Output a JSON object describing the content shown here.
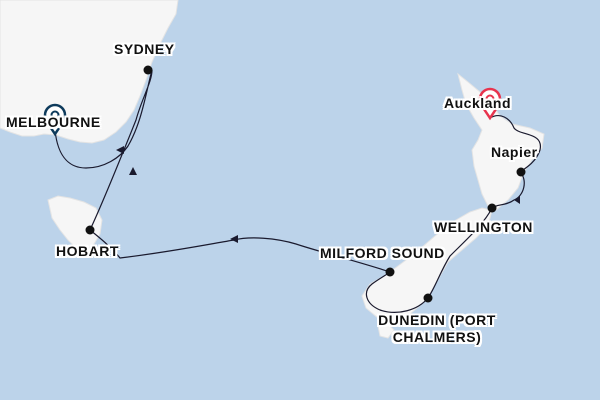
{
  "map": {
    "colors": {
      "water": "#bcd3ea",
      "land": "#f5f5f5",
      "route": "#1a1a2e",
      "start_pin": "#e8344e",
      "end_pin": "#0e3b5c"
    },
    "ports": [
      {
        "id": "sydney",
        "label": "Sydney"
      },
      {
        "id": "melbourne",
        "label": "Melbourne"
      },
      {
        "id": "hobart",
        "label": "Hobart"
      },
      {
        "id": "auckland",
        "label": "Auckland"
      },
      {
        "id": "napier",
        "label": "Napier"
      },
      {
        "id": "wellington",
        "label": "Wellington"
      },
      {
        "id": "milford",
        "label": "Milford Sound"
      },
      {
        "id": "dunedin",
        "label": "Dunedin (Port Chalmers)"
      }
    ],
    "start_pin_icon": "location-pin-icon",
    "end_pin_icon": "location-pin-icon"
  }
}
